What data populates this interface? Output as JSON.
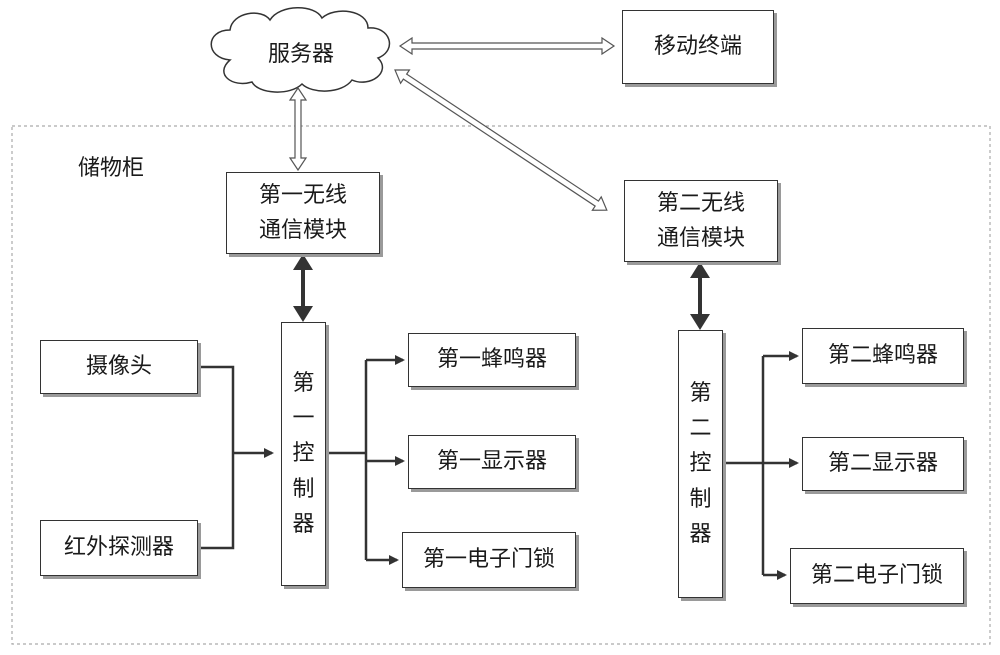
{
  "server": "服务器",
  "mobile": "移动终端",
  "cabinet": "储物柜",
  "wireless1": "第一无线\n通信模块",
  "wireless2": "第二无线\n通信模块",
  "camera": "摄像头",
  "infrared": "红外探测器",
  "ctrl1": "第\n一\n控\n制\n器",
  "ctrl2": "第\n二\n控\n制\n器",
  "buzzer1": "第一蜂鸣器",
  "display1": "第一显示器",
  "lock1": "第一电子门锁",
  "buzzer2": "第二蜂鸣器",
  "display2": "第二显示器",
  "lock2": "第二电子门锁"
}
